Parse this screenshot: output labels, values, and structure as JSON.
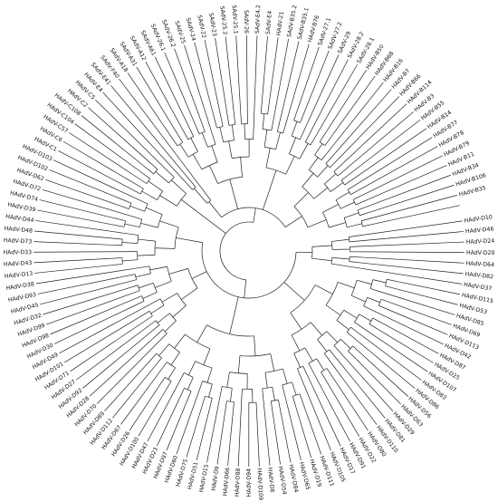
{
  "chart_data": {
    "type": "circular-phylogenetic-tree",
    "leaves": [
      "HAdV-D10",
      "HAdV-D46",
      "HAdV-D24",
      "HAdV-D20",
      "HAdV-D64",
      "HAdV-D82",
      "HAdV-D37",
      "HAdV-D115",
      "HAdV-D53",
      "HAdV-D85",
      "HAdV-D69",
      "HAdV-D113",
      "HAdV-D42",
      "HAdV-D87",
      "HAdV-D25",
      "HAdV-D107",
      "HAdV-D83",
      "HAdV-D86",
      "HAdV-D56",
      "HAdV-D63",
      "HAdV-D29",
      "HAdV-D81",
      "HAdV-D110",
      "HAdV-D80",
      "HAdV-D22",
      "HAdV-D91",
      "HAdV-D17",
      "HAdV-D105",
      "HAdV-D111",
      "HAdV-D19",
      "HAdV-D65",
      "HAdV-D84",
      "HAdV-D54",
      "HAdV-D8",
      "HAdV-D109",
      "HAdV-D94",
      "HAdV-D88",
      "HAdV-D66",
      "HAdV-D9",
      "HAdV-D15",
      "HAdV-D51",
      "HAdV-D75",
      "HAdV-D60",
      "HAdV-D97",
      "HAdV-D23",
      "HAdV-D47",
      "HAdV-D100",
      "HAdV-D26",
      "HAdV-D67",
      "HAdV-D112",
      "HAdV-D89",
      "HAdV-D70",
      "HAdV-D28",
      "HAdV-D92",
      "HAdV-D27",
      "HAdV-D71",
      "HAdV-D101",
      "HAdV-D49",
      "HAdV-D30",
      "HAdV-D98",
      "HAdV-D99",
      "HAdV-D32",
      "HAdV-D45",
      "HAdV-D93",
      "HAdV-D38",
      "HAdV-D13",
      "HAdV-D43",
      "HAdV-D33",
      "HAdV-D73",
      "HAdV-D48",
      "HAdV-D44",
      "HAdV-D39",
      "HAdV-D74",
      "HAdV-D72",
      "HAdV-D62",
      "HAdV-D102",
      "HAdV-D103",
      "HAdV-C1",
      "HAdV-C6",
      "HAdV-C57",
      "HAdV-C104",
      "HAdV-C108",
      "HAdV-C2",
      "HAdV-C5",
      "HAdV-E4",
      "SAdV-E41",
      "SAdV-F40",
      "SAdV-A18",
      "SAdV-A31",
      "SAdV-A12",
      "SAdV-A61",
      "SAdV-26.1",
      "SAdV-26.2",
      "SAdV-25",
      "SAdV-24",
      "SAdV-22",
      "SAdV-23",
      "SAdV-25.2",
      "SAdV-25.1",
      "SAdV-26",
      "SAdV-E4.2",
      "SAdV-E4",
      "HAdV-21",
      "SAdV-B35.2",
      "SAdV-B35.1",
      "HAdV-B76",
      "SAdV-27.1",
      "SAdV-27.2",
      "SAdV-29",
      "SAdV-28.2",
      "SAdV-28.1",
      "HAdV-B50",
      "HAdV-B68",
      "HAdV-B16",
      "HAdV-B7",
      "HAdV-B66",
      "HAdV-B114",
      "HAdV-B3",
      "HAdV-B55",
      "HAdV-B14",
      "HAdV-B77",
      "HAdV-B78",
      "HAdV-B79",
      "HAdV-B11",
      "HAdV-B34",
      "HAdV-B106",
      "HAdV-B35"
    ]
  }
}
